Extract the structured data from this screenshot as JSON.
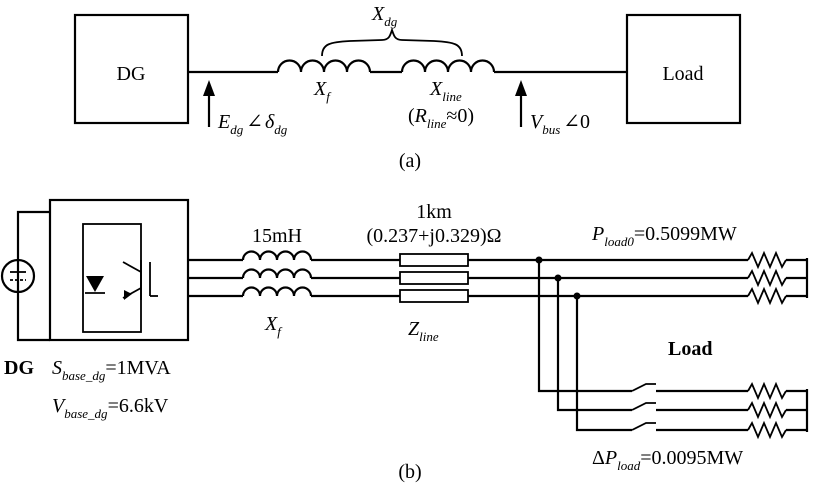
{
  "part_a": {
    "dg_label": "DG",
    "load_label": "Load",
    "xdg": {
      "main": "X",
      "sub": "dg"
    },
    "xf": {
      "main": "X",
      "sub": "f"
    },
    "xline": {
      "main": "X",
      "sub": "line"
    },
    "rline": {
      "open": "(",
      "main": "R",
      "sub": "line",
      "rest": "≈0)"
    },
    "edg": {
      "main": "E",
      "sub": "dg",
      "angle": "∠",
      "main2": "δ",
      "sub2": "dg"
    },
    "vbus": {
      "main": "V",
      "sub": "bus",
      "rest": "∠0"
    },
    "caption": "(a)"
  },
  "part_b": {
    "inductance": "15mH",
    "length": "1km",
    "impedance": "(0.237+j0.329)Ω",
    "xf": {
      "main": "X",
      "sub": "f"
    },
    "zline": {
      "main": "Z",
      "sub": "line"
    },
    "pload": {
      "main": "P",
      "sub": "load0",
      "rest": "=0.5099MW"
    },
    "load_label": "Load",
    "dpload": {
      "pre": "Δ",
      "main": "P",
      "sub": "load",
      "rest": "=0.0095MW"
    },
    "dg_label": "DG",
    "sbase": {
      "main": "S",
      "sub": "base_dg",
      "rest": "=1MVA"
    },
    "vbase": {
      "main": "V",
      "sub": "base_dg",
      "rest": "=6.6kV"
    },
    "caption": "(b)"
  }
}
